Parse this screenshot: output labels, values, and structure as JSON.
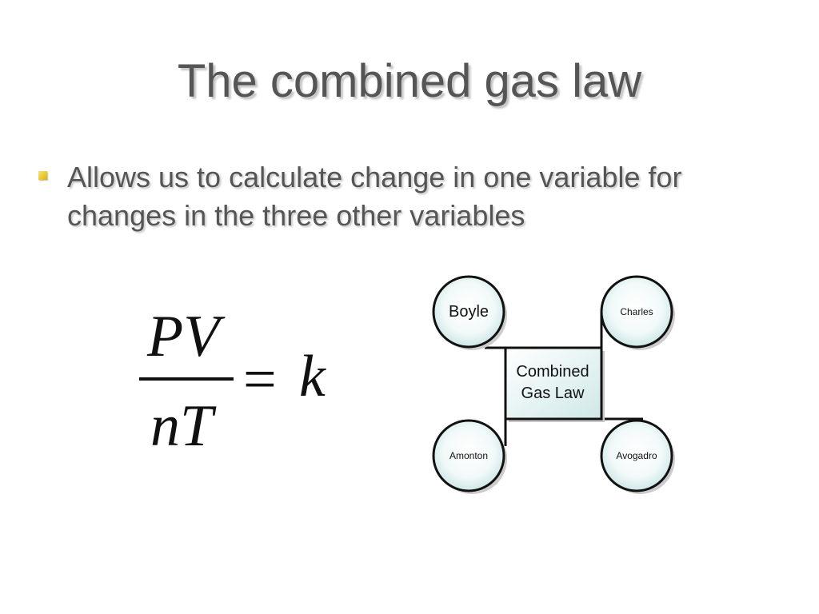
{
  "slide": {
    "title": "The combined gas law",
    "bullets": [
      {
        "line1": "Allows us to calculate change in one variable for",
        "line2": "changes in the three other variables"
      }
    ]
  },
  "equation": {
    "numerator": "PV",
    "denominator": "nT",
    "equals": "=",
    "result": "k"
  },
  "diagram": {
    "center": {
      "line1": "Combined",
      "line2": "Gas Law"
    },
    "nodes": {
      "top_left": "Boyle",
      "top_right": "Charles",
      "bottom_left": "Amonton",
      "bottom_right": "Avogadro"
    }
  },
  "colors": {
    "title_text": "#555555",
    "bullet_marker": "#e2b400",
    "node_fill_center": "#ffffff",
    "node_fill_edge": "#c4e2e2",
    "outline": "#111111"
  }
}
